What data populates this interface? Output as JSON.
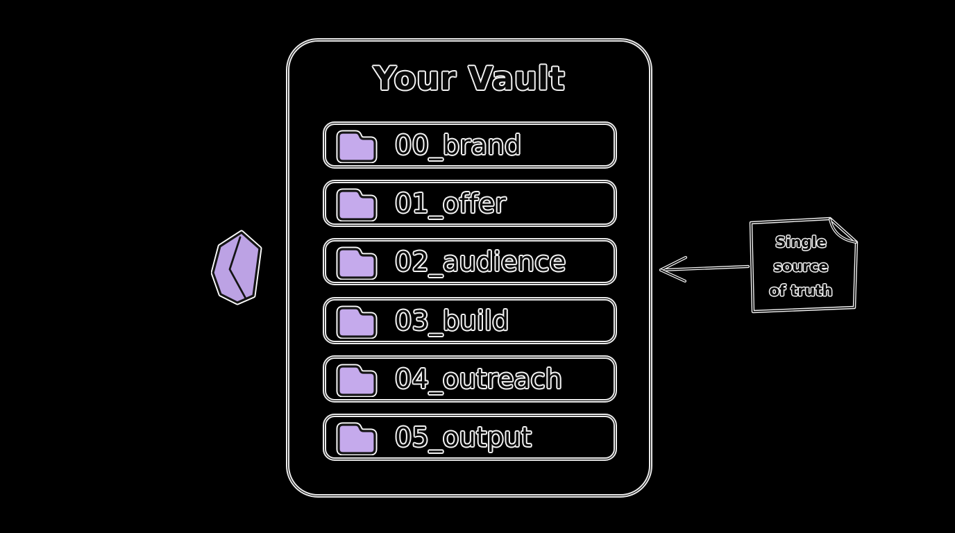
{
  "vault": {
    "title": "Your Vault",
    "folders": [
      {
        "icon": "folder-icon",
        "label": "00_brand"
      },
      {
        "icon": "folder-icon",
        "label": "01_offer"
      },
      {
        "icon": "folder-icon",
        "label": "02_audience"
      },
      {
        "icon": "folder-icon",
        "label": "03_build"
      },
      {
        "icon": "folder-icon",
        "label": "04_outreach"
      },
      {
        "icon": "folder-icon",
        "label": "05_output"
      }
    ]
  },
  "note": {
    "icon": "note-icon",
    "lines": [
      "Single",
      "source",
      "of truth"
    ]
  },
  "arrow": {
    "icon": "arrow-left-icon",
    "direction": "left"
  },
  "gem": {
    "icon": "gem-icon"
  },
  "colors": {
    "background": "#000000",
    "stroke": "#ececec",
    "ink": "#151515",
    "folder_purple": "#c5aaec",
    "gem_purple": "#bca2e4"
  }
}
